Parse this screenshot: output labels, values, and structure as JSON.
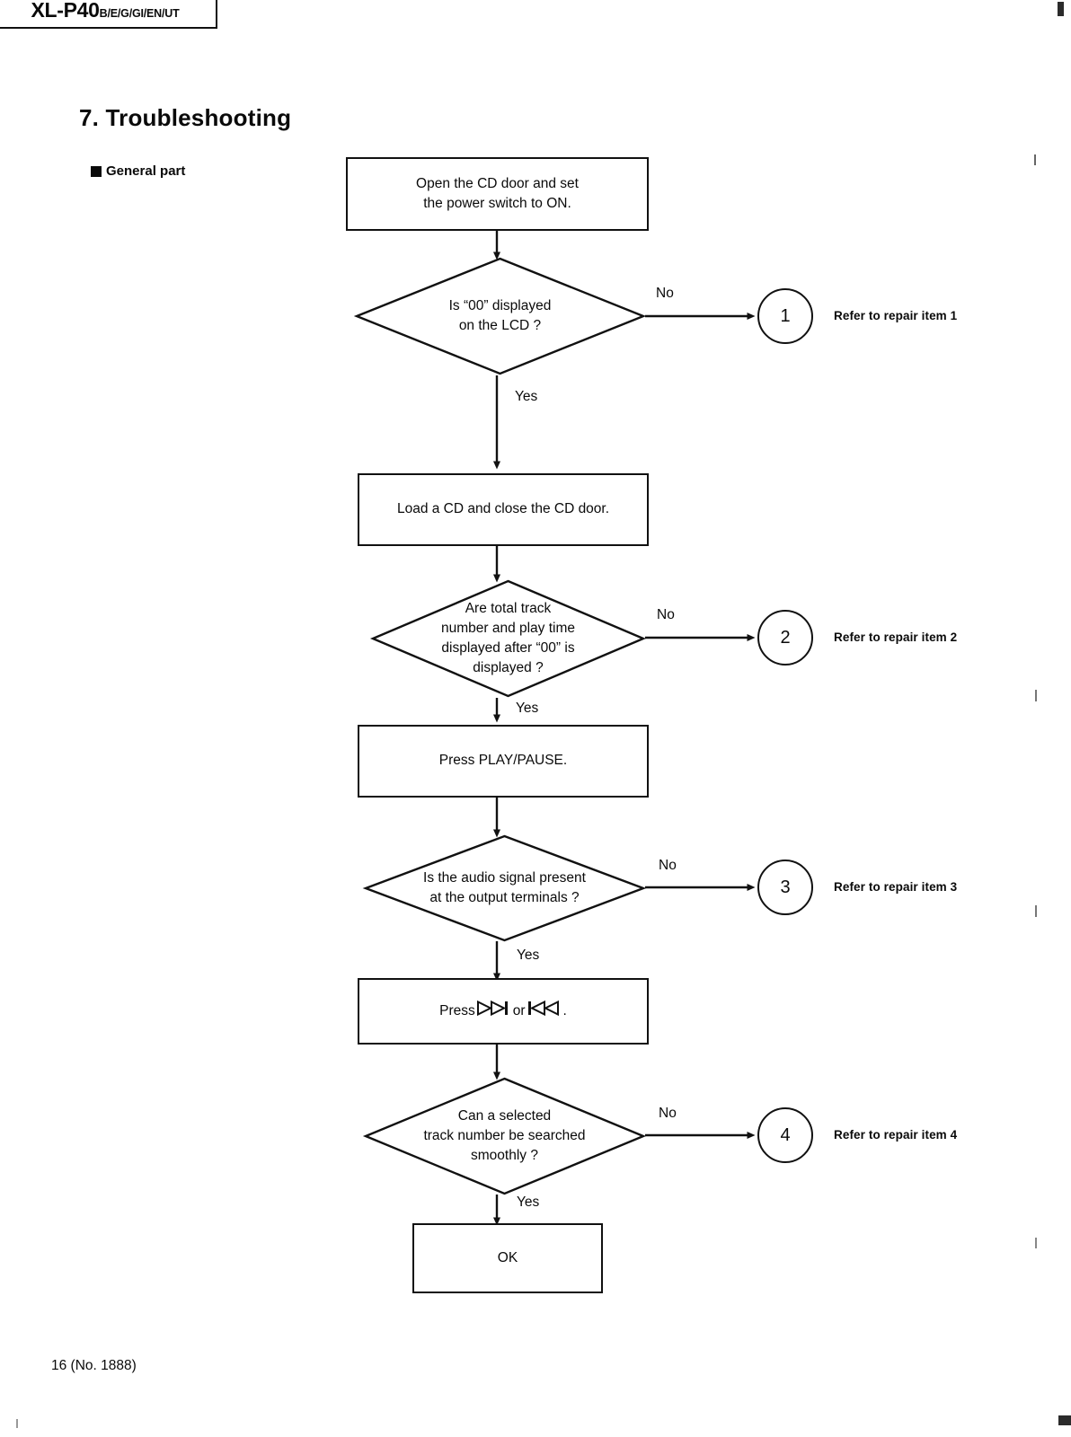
{
  "header": {
    "model_main": "XL-P40",
    "model_variants": "B/E/G/GI/EN/UT"
  },
  "section": {
    "title": "7. Troubleshooting",
    "subsection_label": "General part"
  },
  "flowchart": {
    "nodes": [
      {
        "id": "start",
        "type": "process",
        "text": "Open the CD door and set\nthe power switch to ON."
      },
      {
        "id": "d1",
        "type": "decision",
        "text": "Is “00” displayed\non the LCD ?",
        "yes_label": "Yes",
        "no_label": "No"
      },
      {
        "id": "p2",
        "type": "process",
        "text": "Load a CD and close the CD door."
      },
      {
        "id": "d2",
        "type": "decision",
        "text": "Are total track\nnumber and play time\ndisplayed after “00” is\ndisplayed ?",
        "yes_label": "Yes",
        "no_label": "No"
      },
      {
        "id": "p3",
        "type": "process",
        "text": "Press PLAY/PAUSE."
      },
      {
        "id": "d3",
        "type": "decision",
        "text": "Is the audio signal present\nat the output terminals ?",
        "yes_label": "Yes",
        "no_label": "No"
      },
      {
        "id": "p4",
        "type": "process",
        "text_prefix": "Press ",
        "text_middle": " or ",
        "text_suffix": ".",
        "symbol_forward": "skip-forward-icon",
        "symbol_back": "skip-back-icon",
        "text_plain": "Press ▷▷| or |◁◁."
      },
      {
        "id": "d4",
        "type": "decision",
        "text": "Can a selected\ntrack number be searched\nsmoothly ?",
        "yes_label": "Yes",
        "no_label": "No"
      },
      {
        "id": "end",
        "type": "process",
        "text": "OK"
      }
    ],
    "connectors": [
      {
        "id": "c1",
        "number": "1",
        "label": "Refer to repair item 1"
      },
      {
        "id": "c2",
        "number": "2",
        "label": "Refer to repair item 2"
      },
      {
        "id": "c3",
        "number": "3",
        "label": "Refer to repair item 3"
      },
      {
        "id": "c4",
        "number": "4",
        "label": "Refer to repair item 4"
      }
    ]
  },
  "footer": {
    "page_info": "16 (No. 1888)"
  },
  "colors": {
    "ink": "#0a0a0a",
    "line": "#111111",
    "paper": "#ffffff"
  }
}
